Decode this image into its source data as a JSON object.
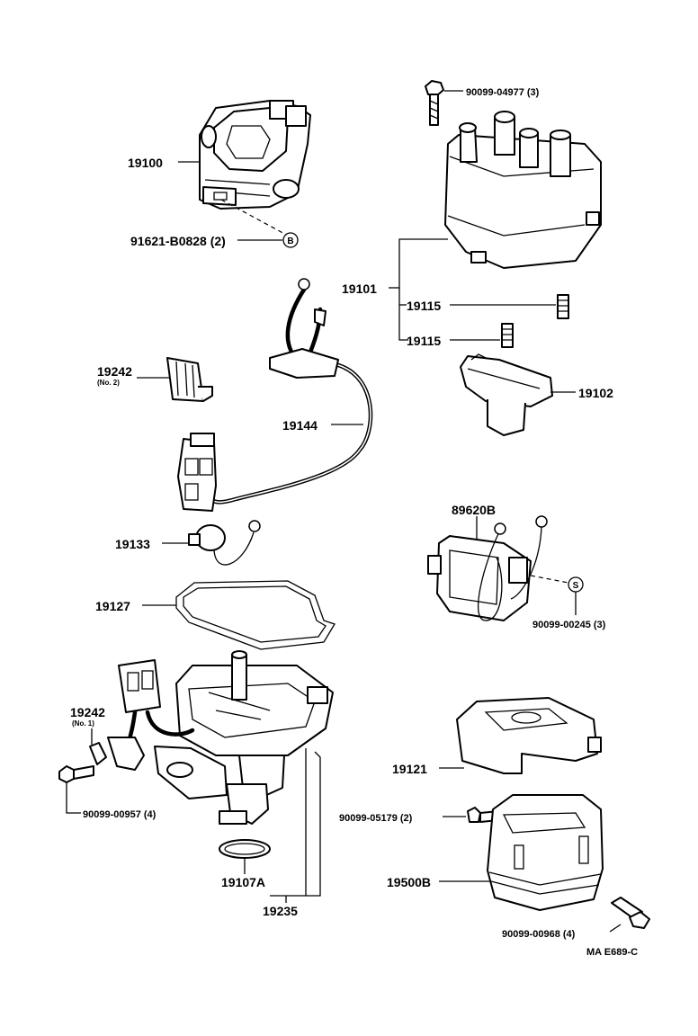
{
  "callouts": {
    "p19100": "19100",
    "p91621": "91621-B0828 (2)",
    "marker_b": "B",
    "p90099_04977": "90099-04977 (3)",
    "p19101": "19101",
    "p19115_a": "19115",
    "p19115_b": "19115",
    "p19102": "19102",
    "p19242_no2": "19242",
    "p19242_no2_sub": "(No. 2)",
    "p19144": "19144",
    "p19133": "19133",
    "p89620B": "89620B",
    "marker_s": "S",
    "p90099_00245": "90099-00245 (3)",
    "p19127": "19127",
    "p19242_no1": "19242",
    "p19242_no1_sub": "(No. 1)",
    "p90099_00957": "90099-00957 (4)",
    "p19121": "19121",
    "p90099_05179": "90099-05179 (2)",
    "p19500B": "19500B",
    "p90099_00968": "90099-00968 (4)",
    "p19107A": "19107A",
    "p19235": "19235",
    "diagram_code": "MA E689-C"
  }
}
